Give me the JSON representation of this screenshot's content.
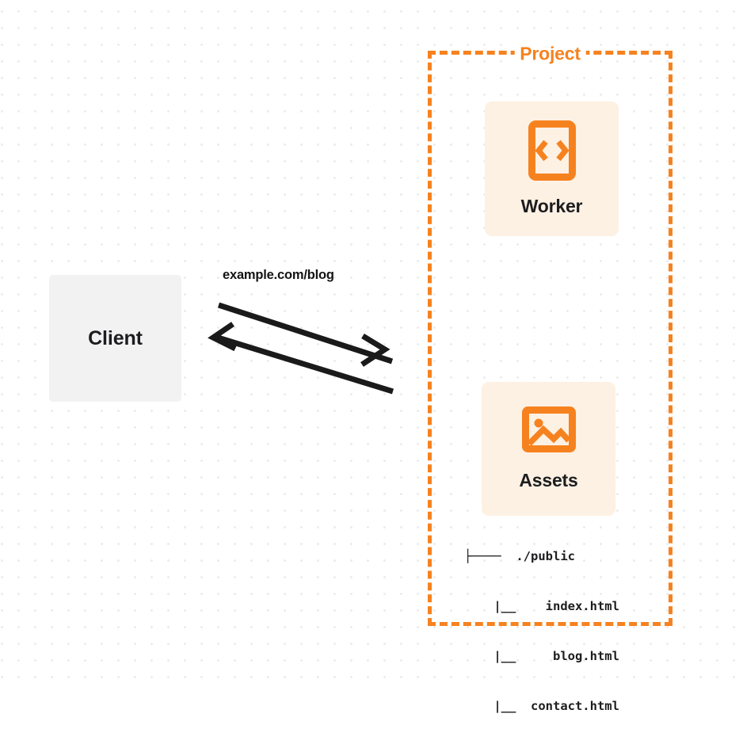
{
  "diagram": {
    "type": "architecture-flow",
    "background": "dot-grid",
    "colors": {
      "accent_orange": "#F6821F",
      "card_background": "#FDF1E4",
      "client_background": "#F2F2F3",
      "text_dark": "#1D1D1F",
      "arrow": "#1A1A1A",
      "dot_grid": "#EBEBEC"
    }
  },
  "client": {
    "label": "Client",
    "icon": "client-box"
  },
  "connection": {
    "label": "example.com/blog",
    "request_arrow": "arrow-right",
    "response_arrow": "arrow-left"
  },
  "project": {
    "title": "Project",
    "border_style": "dashed",
    "resources": [
      {
        "label": "Worker",
        "icon": "code-brackets-icon"
      },
      {
        "label": "Assets",
        "icon": "image-picture-icon"
      }
    ],
    "file_tree": [
      "├────  ./public",
      "    |__    index.html",
      "    |__     blog.html",
      "    |__  contact.html"
    ]
  }
}
